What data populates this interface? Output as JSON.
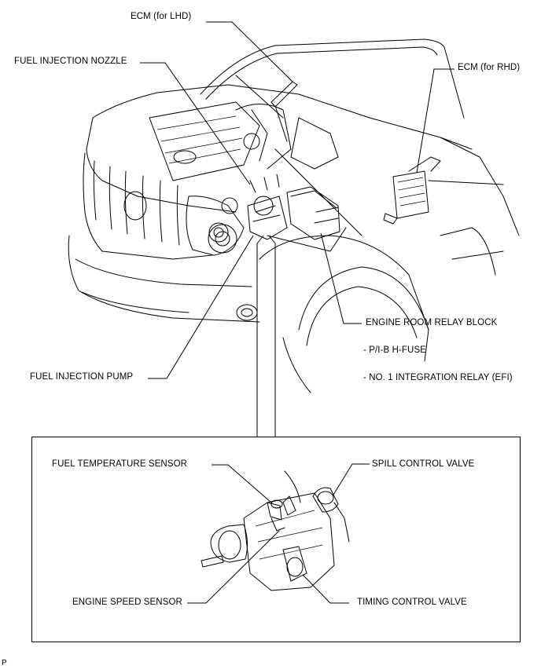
{
  "labels": {
    "ecm_lhd": "ECM (for LHD)",
    "fuel_injection_nozzle": "FUEL INJECTION NOZZLE",
    "ecm_rhd": "ECM (for RHD)",
    "engine_room_relay_block": "ENGINE ROOM RELAY BLOCK",
    "pib_hfuse": "- P/I-B H-FUSE",
    "integration_relay": "- NO. 1 INTEGRATION RELAY (EFI)",
    "fuel_injection_pump": "FUEL INJECTION PUMP",
    "fuel_temperature_sensor": "FUEL TEMPERATURE SENSOR",
    "spill_control_valve": "SPILL CONTROL VALVE",
    "engine_speed_sensor": "ENGINE SPEED SENSOR",
    "timing_control_valve": "TIMING CONTROL VALVE",
    "corner_mark": "P"
  }
}
